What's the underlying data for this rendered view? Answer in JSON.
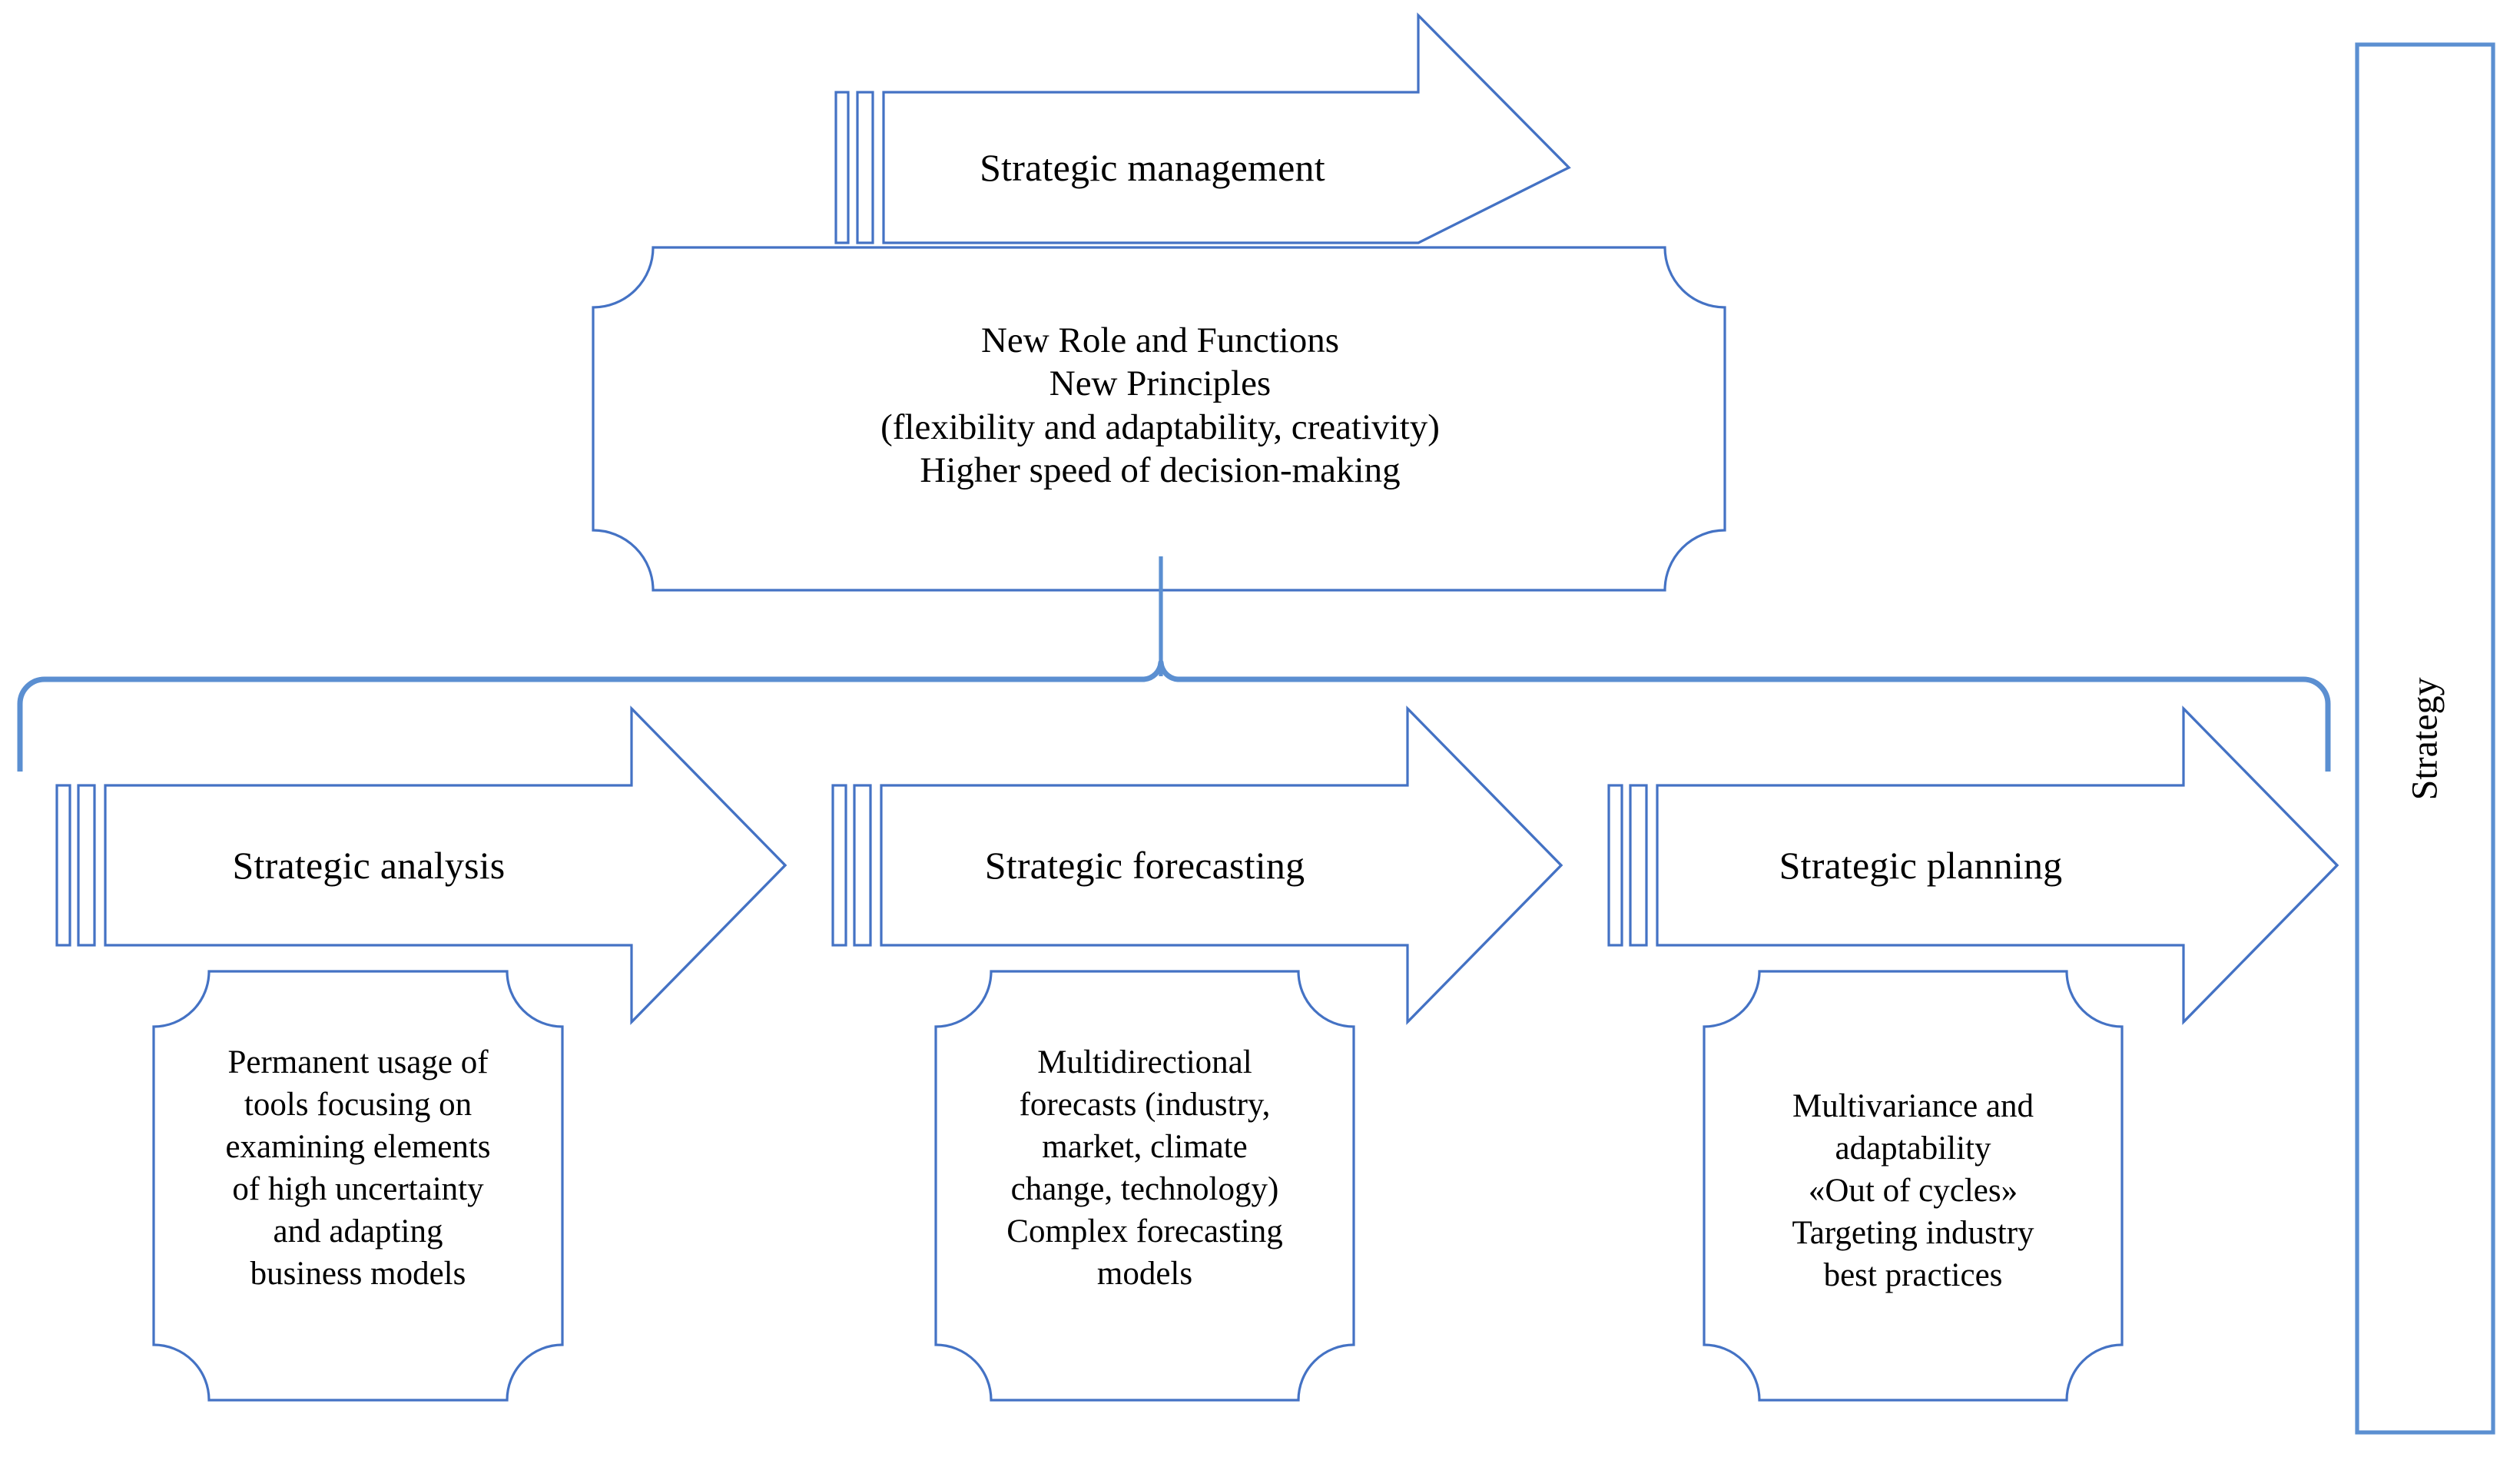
{
  "diagram": {
    "title_text": "Strategic management",
    "accent_color": "#4472C4",
    "accent_color_light": "#5B8FD1",
    "background_color": "#ffffff",
    "text_color": "#000000"
  },
  "top_arrow": {
    "label": "Strategic management"
  },
  "central_plaque": {
    "lines": "New Role and Functions\nNew Principles\n(flexibility and adaptability, creativity)\nHigher speed of decision-making",
    "line_1": "New Role and Functions",
    "line_2": "New Principles",
    "line_3": "(flexibility and adaptability, creativity)",
    "line_4": "Higher speed of decision-making"
  },
  "stages": [
    {
      "arrow_label": "Strategic analysis",
      "detail_text": "Permanent usage of\ntools focusing on\nexamining elements\nof high uncertainty\nand adapting\nbusiness models"
    },
    {
      "arrow_label": "Strategic forecasting",
      "detail_text": "Multidirectional\nforecasts (industry,\nmarket, climate\nchange, technology)\nComplex forecasting\nmodels"
    },
    {
      "arrow_label": "Strategic planning",
      "detail_text": "Multivariance and\nadaptability\n«Out of cycles»\nTargeting industry\nbest practices"
    }
  ],
  "strategy_box": {
    "label": "Strategy"
  }
}
